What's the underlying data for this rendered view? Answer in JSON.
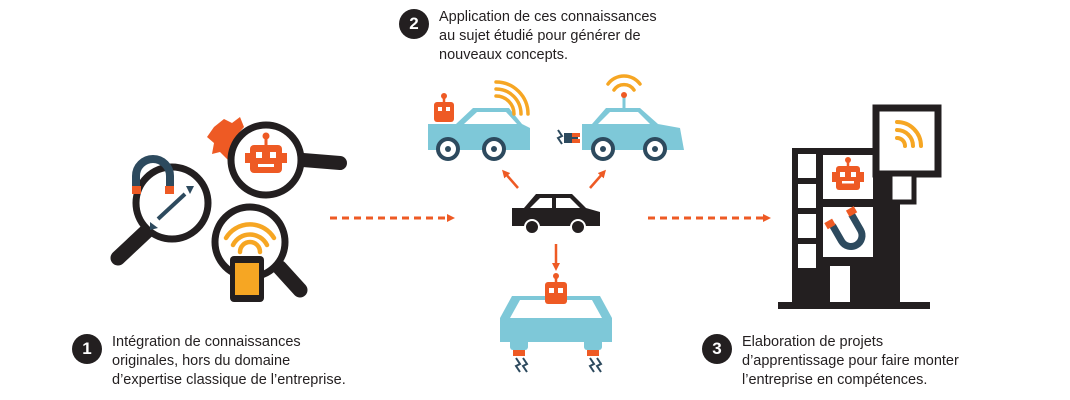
{
  "colors": {
    "dark": "#231f20",
    "orange": "#ee5a24",
    "yellow": "#f6a623",
    "blue": "#7ec8d8",
    "navy": "#2d4a5e"
  },
  "icons": [
    "magnifier-magnet-icon",
    "magnifier-robot-icon",
    "magnifier-wifi-phone-icon",
    "car-icon",
    "building-icon"
  ],
  "steps": [
    {
      "number": "1",
      "lines": [
        "Intégration de connaissances",
        "originales, hors du domaine",
        "d’expertise classique de l’entreprise."
      ]
    },
    {
      "number": "2",
      "lines": [
        "Application de ces connaissances",
        "au sujet étudié pour générer de",
        "nouveaux concepts."
      ]
    },
    {
      "number": "3",
      "lines": [
        "Elaboration de projets",
        "d’apprentissage pour faire monter",
        "l’entreprise en compétences."
      ]
    }
  ]
}
